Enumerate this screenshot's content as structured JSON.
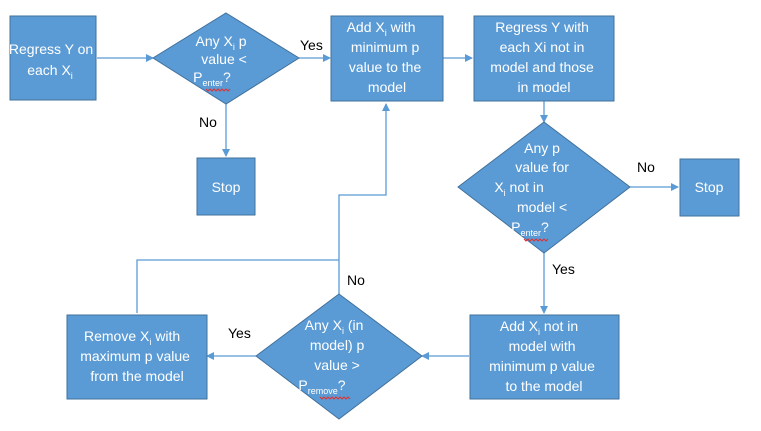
{
  "colors": {
    "box_fill": "#5B9BD5",
    "box_stroke": "#41719C",
    "connector": "#5B9BD5",
    "text": "#FFFFFF",
    "label": "#000000"
  },
  "nodes": {
    "regress_each": [
      "Regress Y on",
      "each X",
      "i"
    ],
    "any_p_enter": [
      "Any X",
      "i",
      " p",
      "value <",
      "P",
      "enter",
      "?"
    ],
    "add_min_p": [
      "Add X",
      "i",
      " with",
      "minimum p",
      "value to the",
      "model"
    ],
    "regress_not_in": [
      "Regress Y with",
      "each Xi not in",
      "model  and those",
      "in model"
    ],
    "stop_1": "Stop",
    "any_p_for": [
      "Any p",
      "value  for",
      "X",
      "i",
      "  not in",
      "model <",
      "P",
      "enter",
      "?"
    ],
    "stop_2": "Stop",
    "add_not_in": [
      "Add X",
      "i",
      " not in",
      "model with",
      "minimum p value",
      "to the model"
    ],
    "any_p_remove": [
      "Any X",
      "i",
      " (in",
      "model) p",
      "value >",
      "P",
      "remove",
      "?"
    ],
    "remove_max_p": [
      "Remove  X",
      "i",
      " with",
      "maximum p value",
      "from the model"
    ]
  },
  "edge_labels": {
    "yes_1": "Yes",
    "no_1": "No",
    "no_2": "No",
    "yes_2": "Yes",
    "no_3": "No",
    "yes_3": "Yes"
  }
}
